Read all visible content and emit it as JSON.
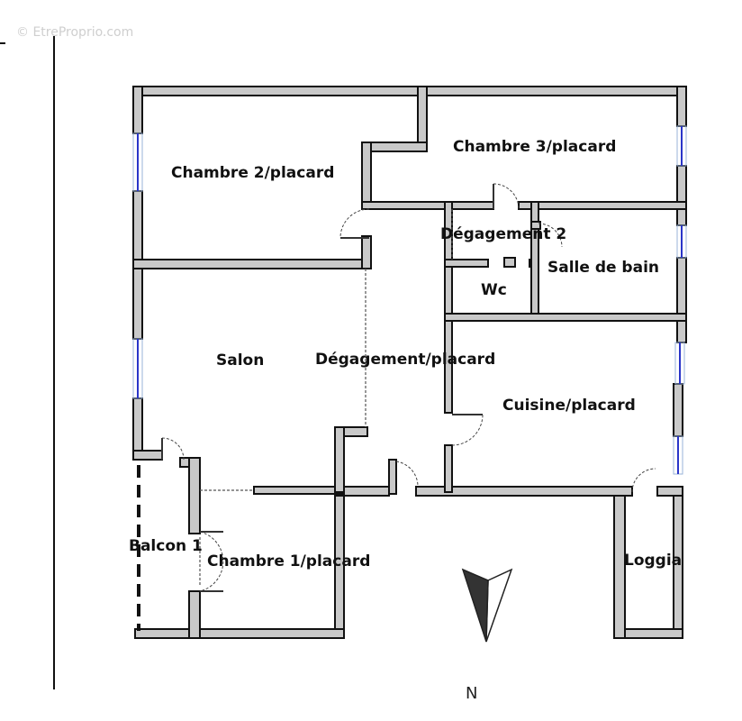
{
  "watermark": "© EtreProprio.com",
  "rooms": {
    "chambre2": "Chambre 2/placard",
    "chambre3": "Chambre 3/placard",
    "degagement2": "Dégagement 2",
    "salle_de_bain": "Salle de bain",
    "wc": "Wc",
    "salon": "Salon",
    "degagement_placard": "Dégagement/placard",
    "cuisine": "Cuisine/placard",
    "balcon1": "Balcon 1",
    "chambre1": "Chambre 1/placard",
    "loggia": "Loggia"
  },
  "compass": {
    "label": "N"
  },
  "colors": {
    "wall_fill": "#c9c9c9",
    "window": "#2a35c9",
    "ink": "#111111"
  }
}
